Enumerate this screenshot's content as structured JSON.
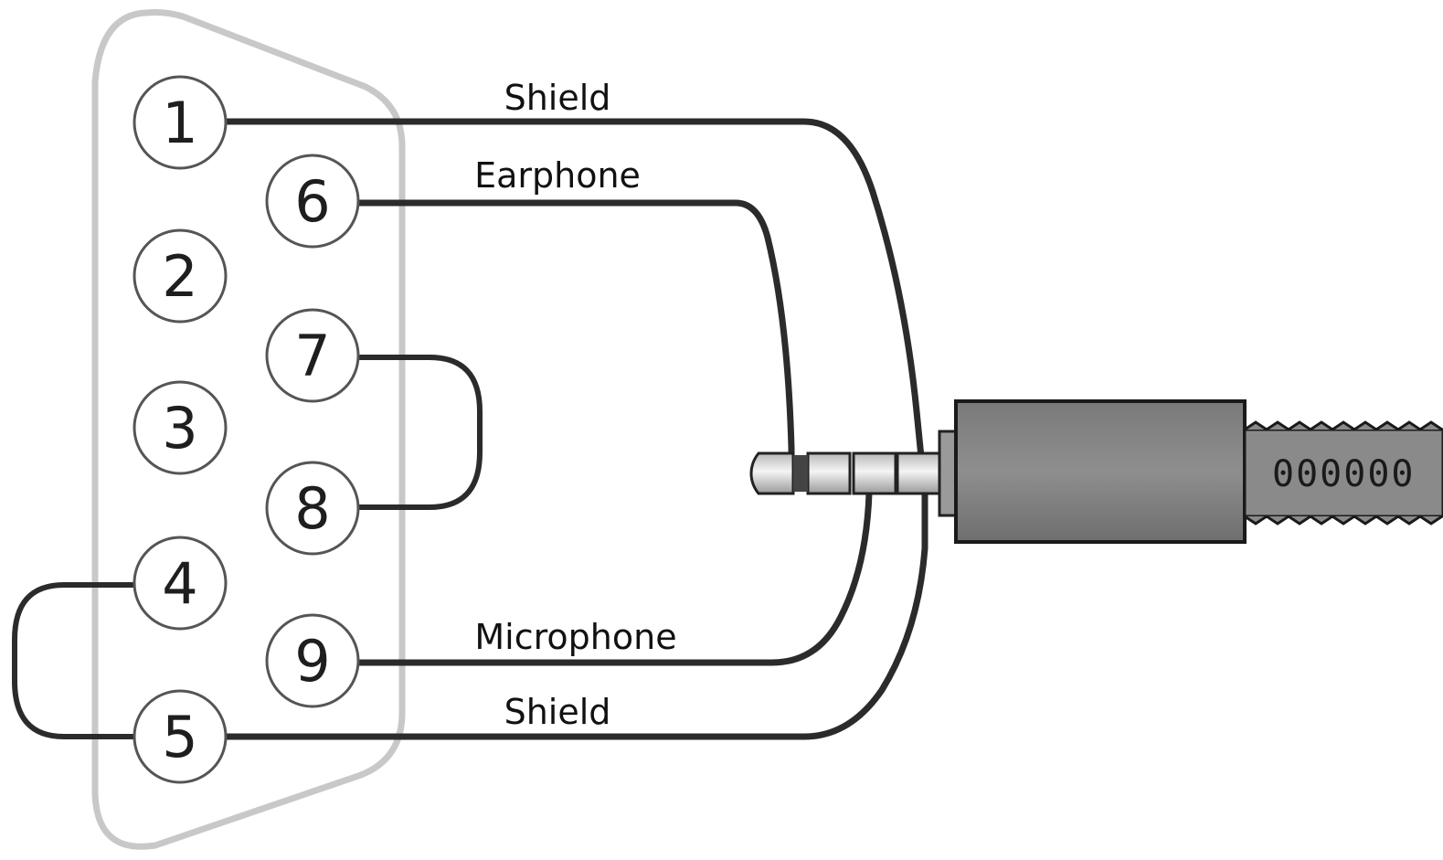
{
  "connector": {
    "pins": [
      {
        "number": "1"
      },
      {
        "number": "2"
      },
      {
        "number": "3"
      },
      {
        "number": "4"
      },
      {
        "number": "5"
      },
      {
        "number": "6"
      },
      {
        "number": "7"
      },
      {
        "number": "8"
      },
      {
        "number": "9"
      }
    ]
  },
  "wires": {
    "pin1": {
      "label": "Shield"
    },
    "pin6": {
      "label": "Earphone"
    },
    "pin9": {
      "label": "Microphone"
    },
    "pin5": {
      "label": "Shield"
    }
  },
  "plug": {
    "strain_relief_text": "000000"
  }
}
